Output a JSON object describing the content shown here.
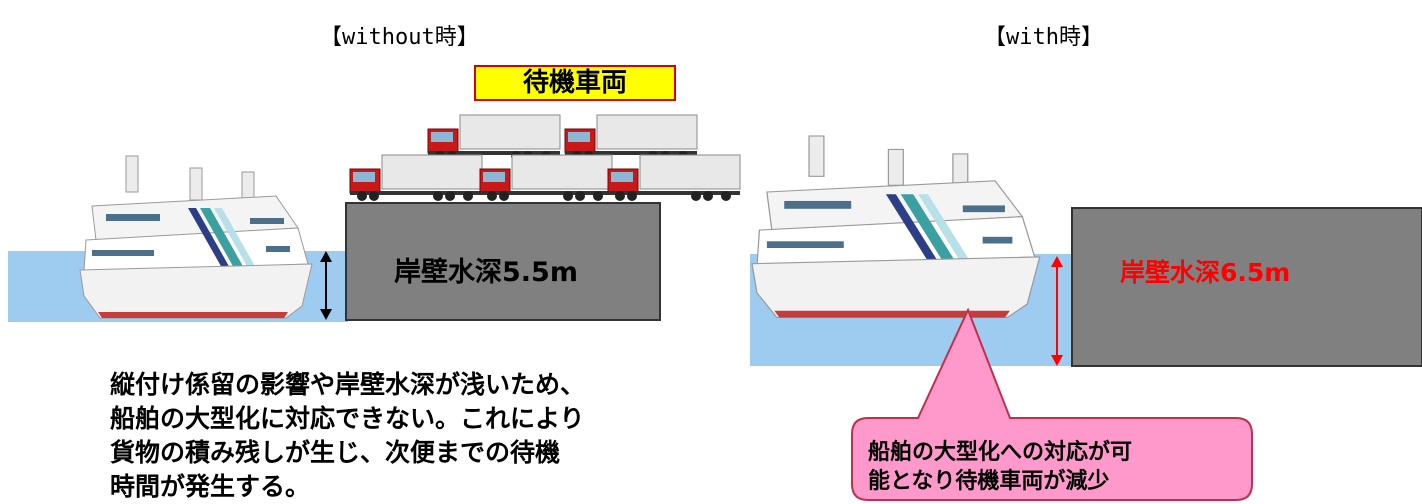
{
  "headings": {
    "without": "【without時】",
    "with": "【with時】"
  },
  "waiting_vehicles_label": "待機車両",
  "quay_depth_without": "岸壁水深5.5m",
  "quay_depth_with": "岸壁水深6.5m",
  "description_without": [
    "縦付け係留の影響や岸壁水深が浅いため、",
    "船舶の大型化に対応できない。これにより",
    "貨物の積み残しが生じ、次便までの待機",
    "時間が発生する。"
  ],
  "callout_with": [
    "船舶の大型化への対応が可",
    "能となり待機車両が減少"
  ],
  "colors": {
    "water": "#9ecbf0",
    "quay": "#808080",
    "label_highlight": "#ffff00",
    "label_border": "#d60000",
    "depth_red": "#ff0000",
    "callout_fill": "#ff99cc",
    "callout_border": "#c0304a",
    "truck_cab": "#c81818"
  }
}
